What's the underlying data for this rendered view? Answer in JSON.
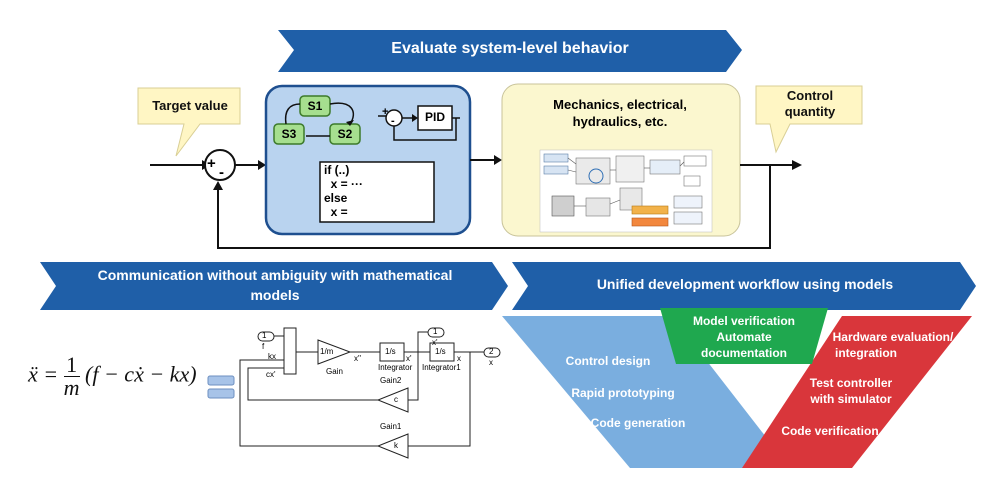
{
  "top_banner": {
    "label": "Evaluate system-level behavior"
  },
  "loop": {
    "target_value": "Target value",
    "control_quantity": "Control quantity",
    "sum_plus": "+",
    "sum_minus": "-",
    "controller": {
      "states": [
        "S1",
        "S3",
        "S2"
      ],
      "pid_label": "PID",
      "code_lines": [
        "if (..)",
        "  x = ···",
        "else",
        "  x ="
      ]
    },
    "plant": {
      "title": "Mechanics, electrical, hydraulics, etc."
    }
  },
  "left_banner": {
    "label": "Communication without ambiguity with mathematical models"
  },
  "right_banner": {
    "label": "Unified development workflow using models"
  },
  "simulink": {
    "in_port_num": "1",
    "in_port_label": "f",
    "kx_label": "kx",
    "cx_label": "cx'",
    "gain_text": "1/m",
    "gain_label": "Gain",
    "xdd_label": "x''",
    "int_text": "1/s",
    "int_label": "Integrator",
    "xd_label": "x'",
    "int1_text": "1/s",
    "int1_label": "Integrator1",
    "x_label": "x",
    "out1_num": "1",
    "out1_label": "x'",
    "out2_num": "2",
    "out2_label": "x",
    "gain2_label": "Gain2",
    "gain2_text": "c",
    "gain1_label": "Gain1",
    "gain1_text": "k"
  },
  "v_model": {
    "left": [
      "Control design",
      "Rapid prototyping",
      "Code generation"
    ],
    "top": [
      "Model verification",
      "Automate",
      "documentation"
    ],
    "right_top": [
      "Hardware evaluation/",
      "integration"
    ],
    "right_mid": [
      "Test controller",
      "with simulator"
    ],
    "right_bottom": "Code verification"
  },
  "colors": {
    "banner": "#1f5fa8",
    "callout": "#fff6c4",
    "controller_box": "#b9d3ef",
    "plant_box": "#fbf7cf",
    "v_left": "#7aaedf",
    "v_top": "#1fa84f",
    "v_right": "#d9363b"
  }
}
